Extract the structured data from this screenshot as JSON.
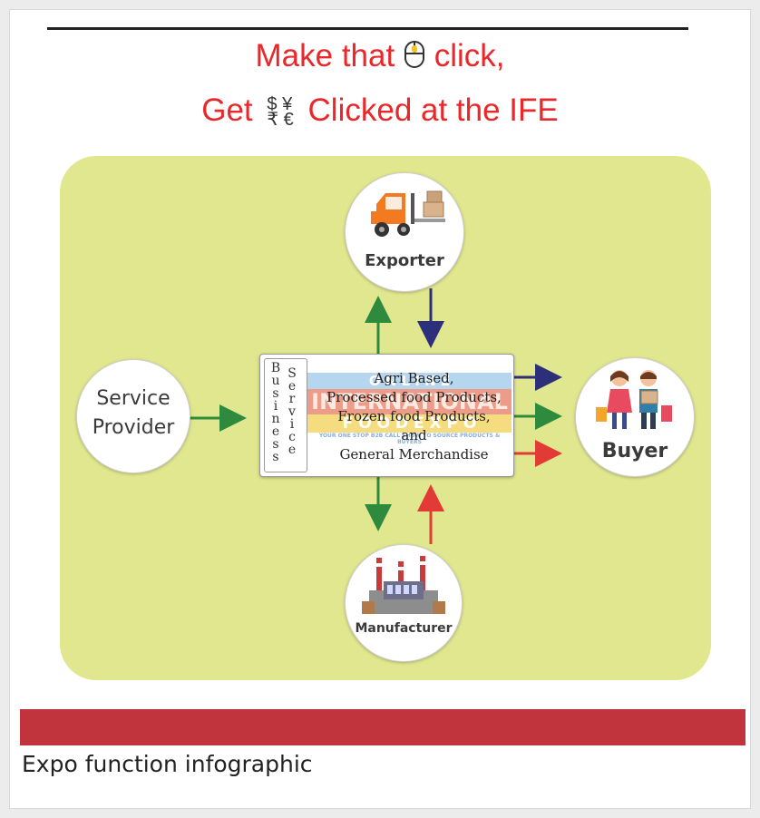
{
  "headline": {
    "line1_prefix": "Make that",
    "line1_suffix": "click,",
    "line2_prefix": "Get",
    "currency_top": "$ ¥",
    "currency_bottom": "₹ €",
    "line2_suffix": "Clicked at the IFE"
  },
  "nodes": {
    "exporter": "Exporter",
    "service_provider_line1": "Service",
    "service_provider_line2": "Provider",
    "buyer": "Buyer",
    "manufacturer": "Manufacturer"
  },
  "center_box": {
    "vertical_left": [
      "B",
      "u",
      "s",
      "i",
      "n",
      "e",
      "s",
      "s"
    ],
    "vertical_right": [
      "S",
      "e",
      "r",
      "v",
      "i",
      "c",
      "e"
    ],
    "watermark_top": "O N L I N E",
    "watermark_mid": "INTERNATIONAL",
    "watermark_bottom": "F O O D  E X P O",
    "watermark_tag": "YOUR ONE STOP B2B CALL SHOW TO SOURCE PRODUCTS & BUYERS",
    "lines": [
      "Agri Based,",
      "Processed food Products,",
      "Frozen food Products,",
      "and",
      "General Merchandise"
    ]
  },
  "colors": {
    "headline": "#e8282b",
    "board": "#e1e78f",
    "arrow_green": "#2e8b3e",
    "arrow_navy": "#2c2f7a",
    "arrow_red": "#e23a35",
    "caption_bar": "#c1343d"
  },
  "icons": {
    "mouse": "mouse-icon",
    "forklift": "forklift-icon",
    "shoppers": "shoppers-icon",
    "factory": "factory-icon"
  },
  "caption": "Expo function infographic"
}
